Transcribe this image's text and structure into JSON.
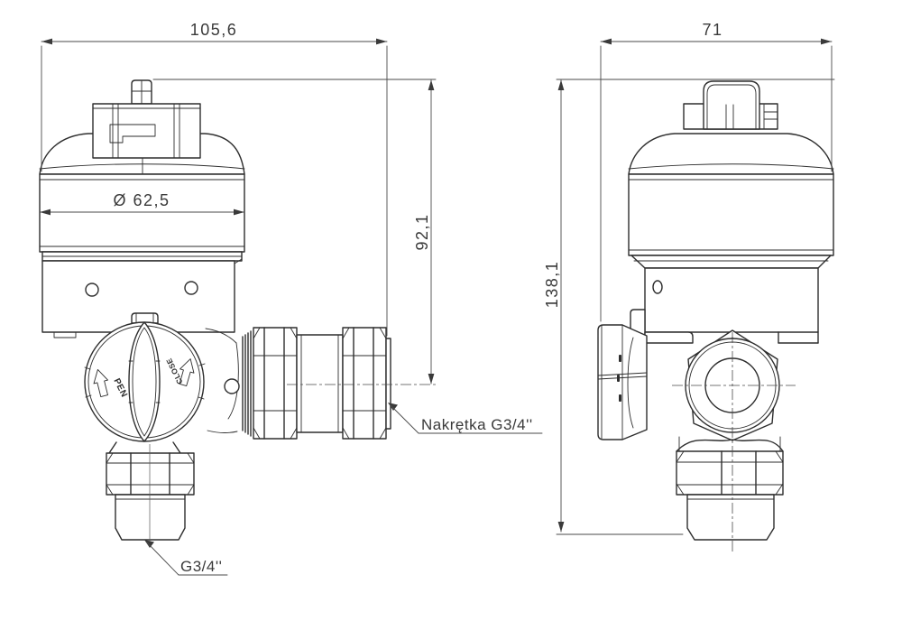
{
  "front_view": {
    "dim_width": "105,6",
    "dim_diameter": "Ø 62,5",
    "dim_stem_to_axis": "92,1",
    "label_union_nut": "Nakrętka G3/4''",
    "label_thread": "G3/4''",
    "knob_open": "PEN",
    "knob_close": "CLOSE"
  },
  "side_view": {
    "dim_depth": "71",
    "dim_height": "138,1"
  },
  "colors": {
    "line": "#2e2e2e",
    "dimension_line": "#4a4a4a",
    "text": "#3a3a3a",
    "background": "#ffffff"
  }
}
